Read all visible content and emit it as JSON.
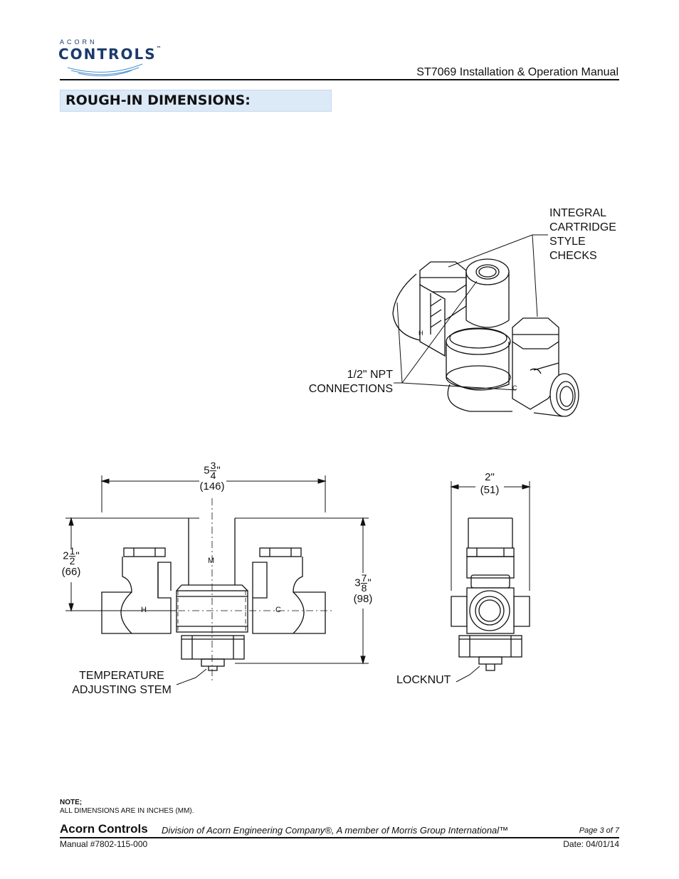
{
  "header": {
    "logo_top": "ACORN",
    "logo_main": "CONTROLS",
    "logo_tm": "™",
    "doc_title": "ST7069 Installation & Operation Manual"
  },
  "section": {
    "title": "ROUGH-IN DIMENSIONS:"
  },
  "iso_view": {
    "checks_label": [
      "INTEGRAL",
      "CARTRIDGE",
      "STYLE",
      "CHECKS"
    ],
    "npt_label": [
      "1/2\" NPT",
      "CONNECTIONS"
    ],
    "port_hot": "H",
    "port_cold": "C"
  },
  "front_view": {
    "width_whole": "5",
    "width_num": "3",
    "width_den": "4",
    "width_unit": "\"",
    "width_mm": "(146)",
    "left_height_whole": "2",
    "left_height_num": "1",
    "left_height_den": "2",
    "left_height_unit": "\"",
    "left_height_mm": "(66)",
    "right_height_whole": "3",
    "right_height_num": "7",
    "right_height_den": "8",
    "right_height_unit": "\"",
    "right_height_mm": "(98)",
    "stem_label": [
      "TEMPERATURE",
      "ADJUSTING STEM"
    ],
    "mark_hot": "H",
    "mark_cold": "C",
    "mark_mix": "M"
  },
  "side_view": {
    "width": "2\"",
    "width_mm": "(51)",
    "locknut_label": "LOCKNUT"
  },
  "note": {
    "heading": "NOTE;",
    "text": "ALL DIMENSIONS ARE IN INCHES (MM)."
  },
  "footer": {
    "company": "Acorn Controls",
    "division": "Division of Acorn Engineering Company®, A member of Morris Group International™",
    "page": "Page 3 of 7",
    "manual": "Manual #7802-115-000",
    "date": "Date: 04/01/14"
  }
}
